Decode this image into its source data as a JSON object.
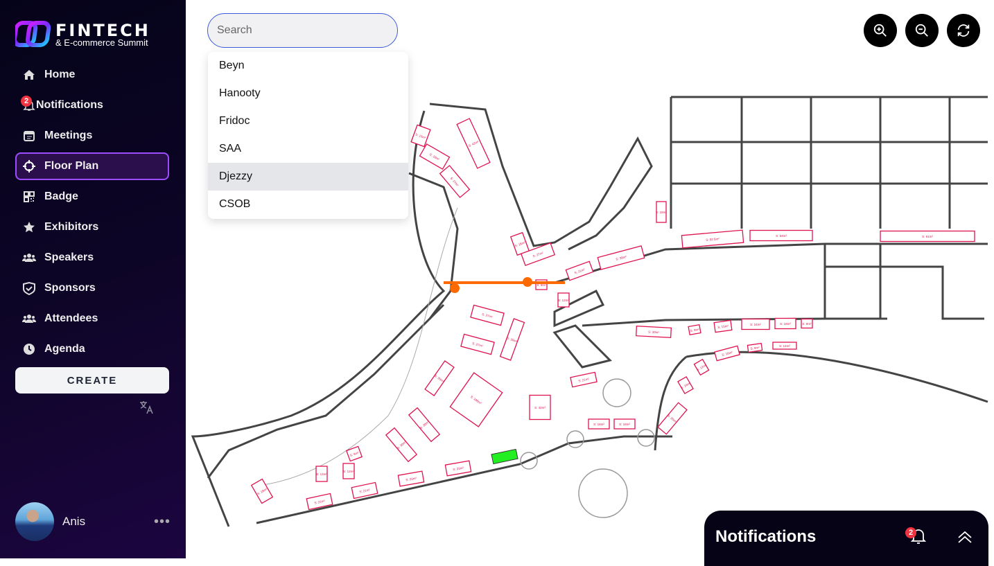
{
  "brand": {
    "title": "FINTECH",
    "subtitle": "& E-commerce Summit"
  },
  "sidebar": {
    "items": [
      {
        "label": "Home",
        "icon": "home-icon"
      },
      {
        "label": "Notifications",
        "icon": "bell-icon",
        "badge": "2"
      },
      {
        "label": "Meetings",
        "icon": "calendar-icon"
      },
      {
        "label": "Floor Plan",
        "icon": "crosshair-icon",
        "active": true
      },
      {
        "label": "Badge",
        "icon": "qr-code-icon"
      },
      {
        "label": "Exhibitors",
        "icon": "star-icon"
      },
      {
        "label": "Speakers",
        "icon": "users-icon"
      },
      {
        "label": "Sponsors",
        "icon": "handshake-icon"
      },
      {
        "label": "Attendees",
        "icon": "users-icon"
      },
      {
        "label": "Agenda",
        "icon": "clock-icon"
      }
    ],
    "create_label": "CREATE",
    "user": {
      "name": "Anis"
    }
  },
  "search": {
    "placeholder": "Search",
    "value": ""
  },
  "dropdown": {
    "items": [
      "Beyn",
      "Hanooty",
      "Fridoc",
      "SAA",
      "Djezzy",
      "CSOB"
    ],
    "highlighted": "Djezzy"
  },
  "controls": {
    "zoom_in": "zoom-in-icon",
    "zoom_out": "zoom-out-icon",
    "reset": "refresh-icon"
  },
  "floorplan": {
    "booth_color": "#e0134f",
    "selected_color": "#22ee22",
    "route_color": "#ff6a00",
    "booths": [
      "S: 15m²",
      "S: 42m²",
      "S: 18m²",
      "S: 27m²",
      "S: 18m²",
      "S: 27m²",
      "S: 39m²",
      "S: 21m²",
      "S: 9m²",
      "S: 12m²",
      "S: 52.5m²",
      "S: 54m²",
      "S: 81m²",
      "S: 18m²",
      "S: 30m²",
      "S: 9m²",
      "S: 15m²",
      "S: 24m²",
      "S: 18m²",
      "S: 9m²",
      "S: 16m²",
      "S: 9m²",
      "S: 14m²",
      "S: 27m²",
      "S: 30m²",
      "S: 27m²",
      "S: 30m²",
      "S: 198m²",
      "S: 42m²",
      "S: 30m²",
      "S: 30m²",
      "S: 9m²",
      "S: 12m²",
      "S: 12m²",
      "S: 18m²",
      "S: 21m²",
      "S: 21m²",
      "S: 21m²",
      "S: 21m²",
      "S: 16m²",
      "S: 18m²",
      "S: 16m²",
      "S: 12m²",
      "S: 30m²",
      "S: 21m²"
    ]
  },
  "notifications": {
    "title": "Notifications",
    "badge": "2"
  },
  "colors": {
    "sidebar_bg": "#0d0526",
    "active_border": "#9b4dff",
    "badge": "#ef3340"
  }
}
